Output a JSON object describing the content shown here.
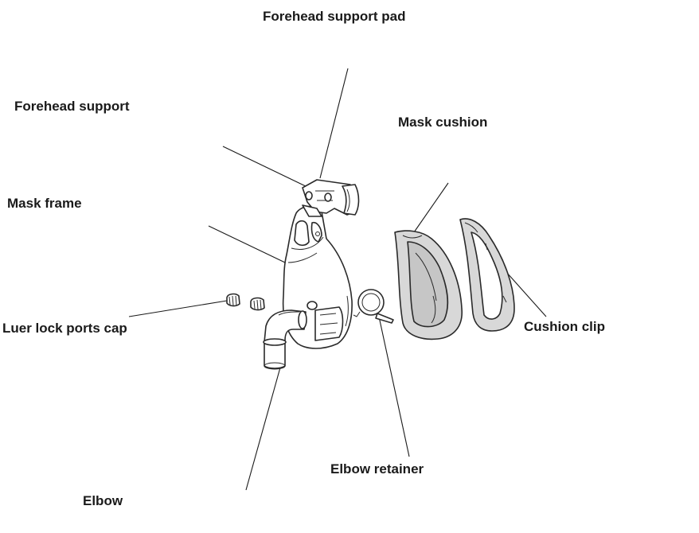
{
  "labels": {
    "forehead_support_pad": "Forehead support pad",
    "forehead_support": "Forehead support",
    "mask_cushion": "Mask cushion",
    "mask_frame": "Mask frame",
    "luer_lock_ports_cap": "Luer lock ports cap",
    "cushion_clip": "Cushion clip",
    "elbow_retainer": "Elbow retainer",
    "elbow": "Elbow"
  },
  "colors": {
    "outline": "#2a2a2a",
    "frame_fill": "#ffffff",
    "cushion_fill": "#d8d8d8",
    "cushion_inner": "#c6c6c6",
    "text": "#1a1a1a"
  },
  "icons": [
    "forehead-support-pad",
    "forehead-support",
    "mask-frame",
    "luer-lock-port-caps",
    "elbow",
    "elbow-retainer",
    "mask-cushion",
    "cushion-clip"
  ]
}
